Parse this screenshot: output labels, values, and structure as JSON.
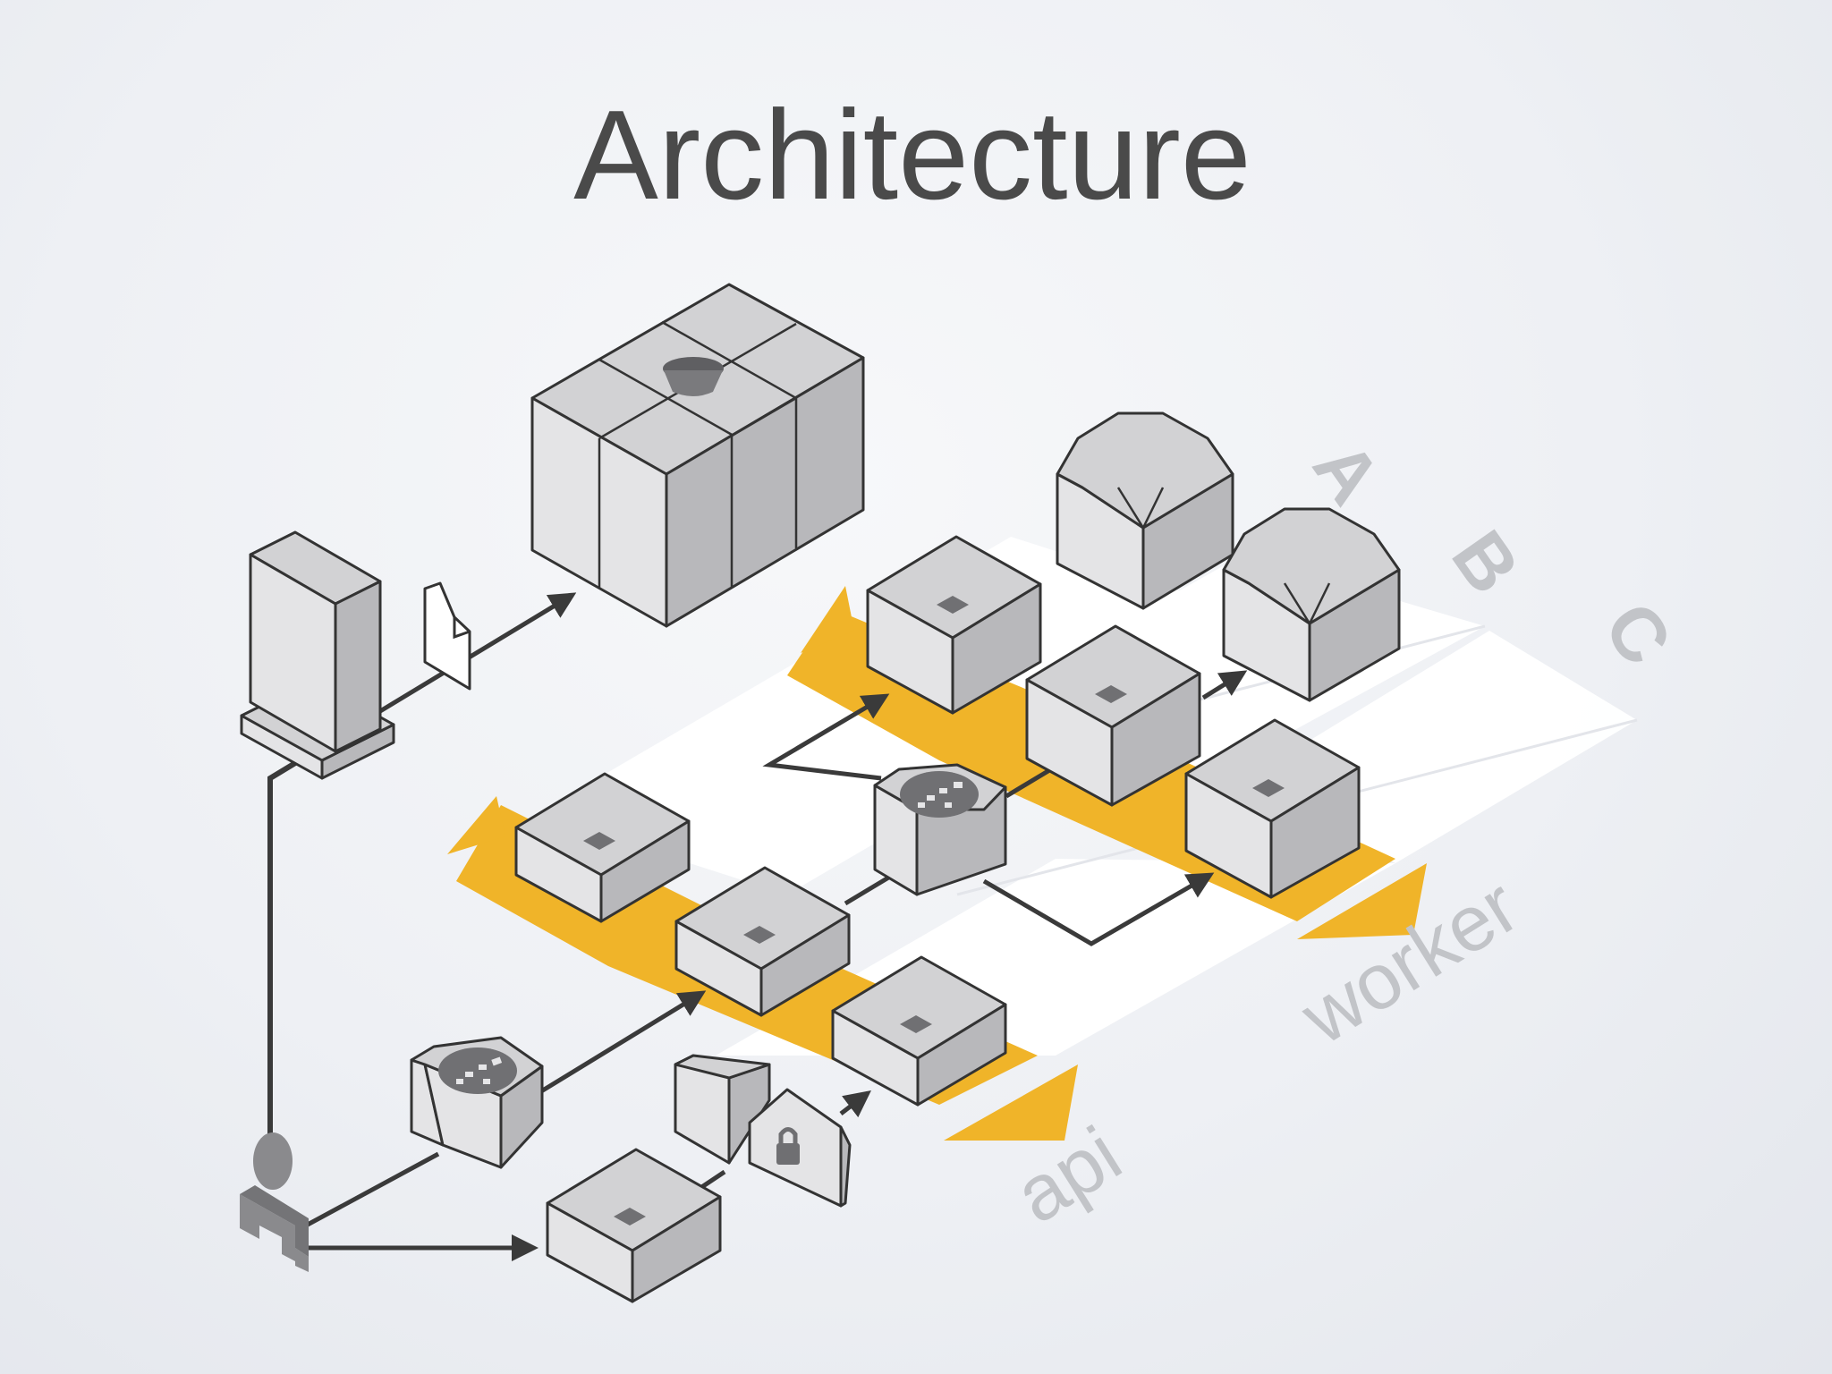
{
  "title": "Architecture",
  "lanes": {
    "row_labels": [
      "A",
      "B",
      "C"
    ],
    "column_labels": [
      "api",
      "worker"
    ]
  },
  "colors": {
    "accent": "#f0b429",
    "band_white": "#ffffff",
    "stroke": "#333333",
    "face_light": "#e4e4e6",
    "face_top": "#d2d2d4",
    "face_dark": "#b8b8bb",
    "text": "#4a4a4a",
    "lane_text": "#c2c4c8"
  },
  "icons": {
    "user": "user-icon",
    "document": "document-icon",
    "bucket": "storage-bucket-icon",
    "load_balancer": "load-balancer-icon",
    "lock": "lock-icon",
    "instance": "instance-chip-icon"
  }
}
